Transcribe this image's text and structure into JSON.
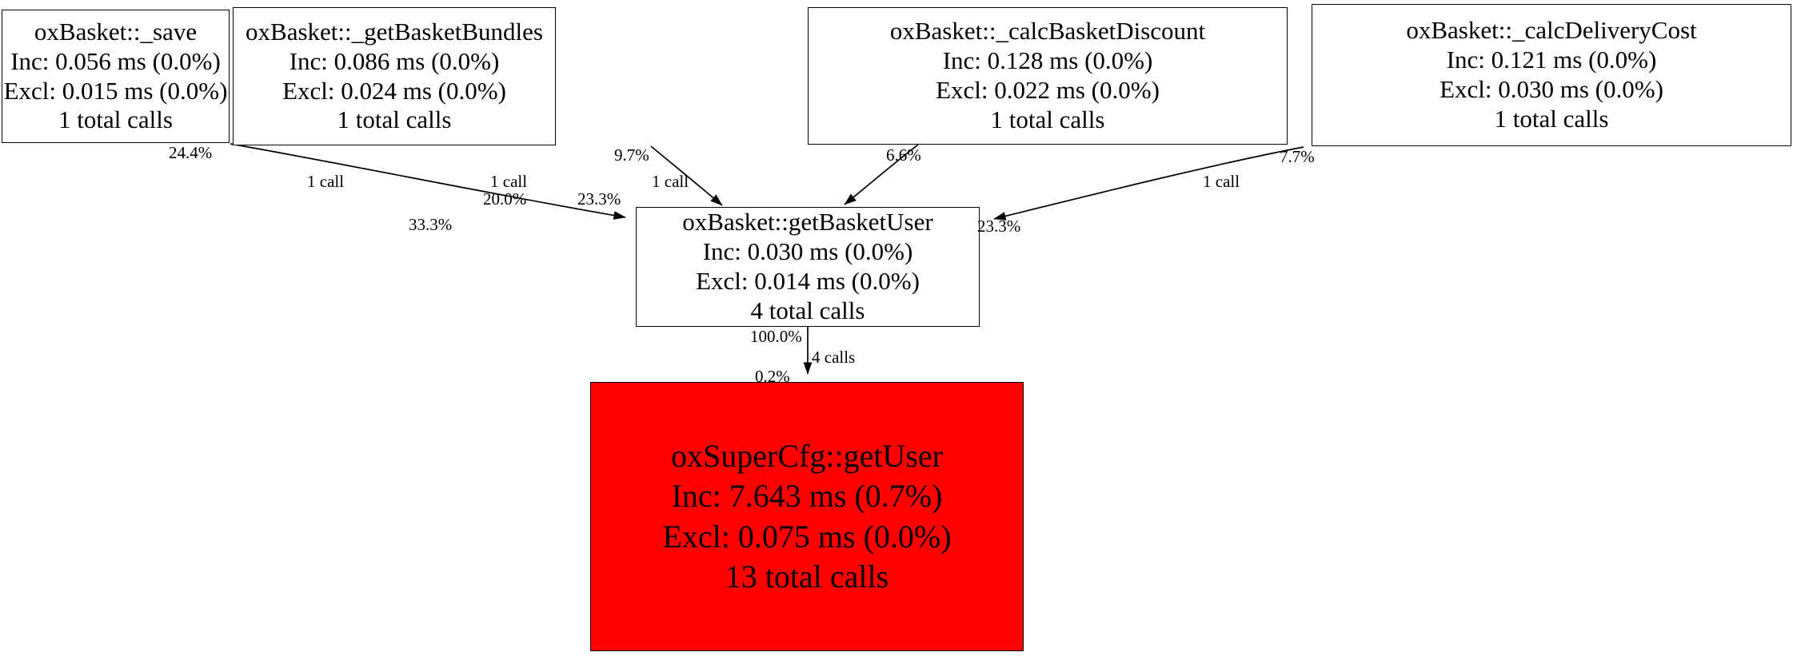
{
  "graph": {
    "title": "call-graph",
    "colors": {
      "node_fill": "#ffffff",
      "node_border": "#000000",
      "hot_node_fill": "#fe0000",
      "edge": "#000000",
      "text": "#000000"
    },
    "nodes": [
      {
        "id": "oxBasket::_save",
        "name": "oxBasket::_save",
        "inclusive": "Inc: 0.056 ms (0.0%)",
        "exclusive": "Excl: 0.015 ms (0.0%)",
        "calls": "1 total calls"
      },
      {
        "id": "oxBasket::_getBasketBundles",
        "name": "oxBasket::_getBasketBundles",
        "inclusive": "Inc: 0.086 ms (0.0%)",
        "exclusive": "Excl: 0.024 ms (0.0%)",
        "calls": "1 total calls"
      },
      {
        "id": "oxBasket::_calcBasketDiscount",
        "name": "oxBasket::_calcBasketDiscount",
        "inclusive": "Inc: 0.128 ms (0.0%)",
        "exclusive": "Excl: 0.022 ms (0.0%)",
        "calls": "1 total calls"
      },
      {
        "id": "oxBasket::_calcDeliveryCost",
        "name": "oxBasket::_calcDeliveryCost",
        "inclusive": "Inc: 0.121 ms (0.0%)",
        "exclusive": "Excl: 0.030 ms (0.0%)",
        "calls": "1 total calls"
      },
      {
        "id": "oxBasket::getBasketUser",
        "name": "oxBasket::getBasketUser",
        "inclusive": "Inc: 0.030 ms (0.0%)",
        "exclusive": "Excl: 0.014 ms (0.0%)",
        "calls": "4 total calls"
      },
      {
        "id": "oxSuperCfg::getUser",
        "name": "oxSuperCfg::getUser",
        "inclusive": "Inc: 7.643 ms (0.7%)",
        "exclusive": "Excl: 0.075 ms (0.0%)",
        "calls": "13 total calls"
      }
    ],
    "edges": [
      {
        "from": "oxBasket::_save",
        "to": "oxBasket::getBasketUser",
        "tail_percent": "24.4%",
        "calls": "1 call",
        "head_percent": "33.3%"
      },
      {
        "from": "oxBasket::_getBasketBundles",
        "to": "oxBasket::getBasketUser",
        "tail_percent": "9.7%",
        "calls": "1 call",
        "head_percent": "20.0%"
      },
      {
        "from": "oxBasket::_calcBasketDiscount",
        "to": "oxBasket::getBasketUser",
        "tail_percent": "6.6%",
        "calls": "1 call",
        "head_percent": "23.3%"
      },
      {
        "from": "oxBasket::_calcDeliveryCost",
        "to": "oxBasket::getBasketUser",
        "tail_percent": "7.7%",
        "calls": "1 call",
        "head_percent": "23.3%"
      },
      {
        "from": "oxBasket::getBasketUser",
        "to": "oxSuperCfg::getUser",
        "tail_percent": "100.0%",
        "calls": "4 calls",
        "head_percent": "0.2%"
      }
    ]
  }
}
